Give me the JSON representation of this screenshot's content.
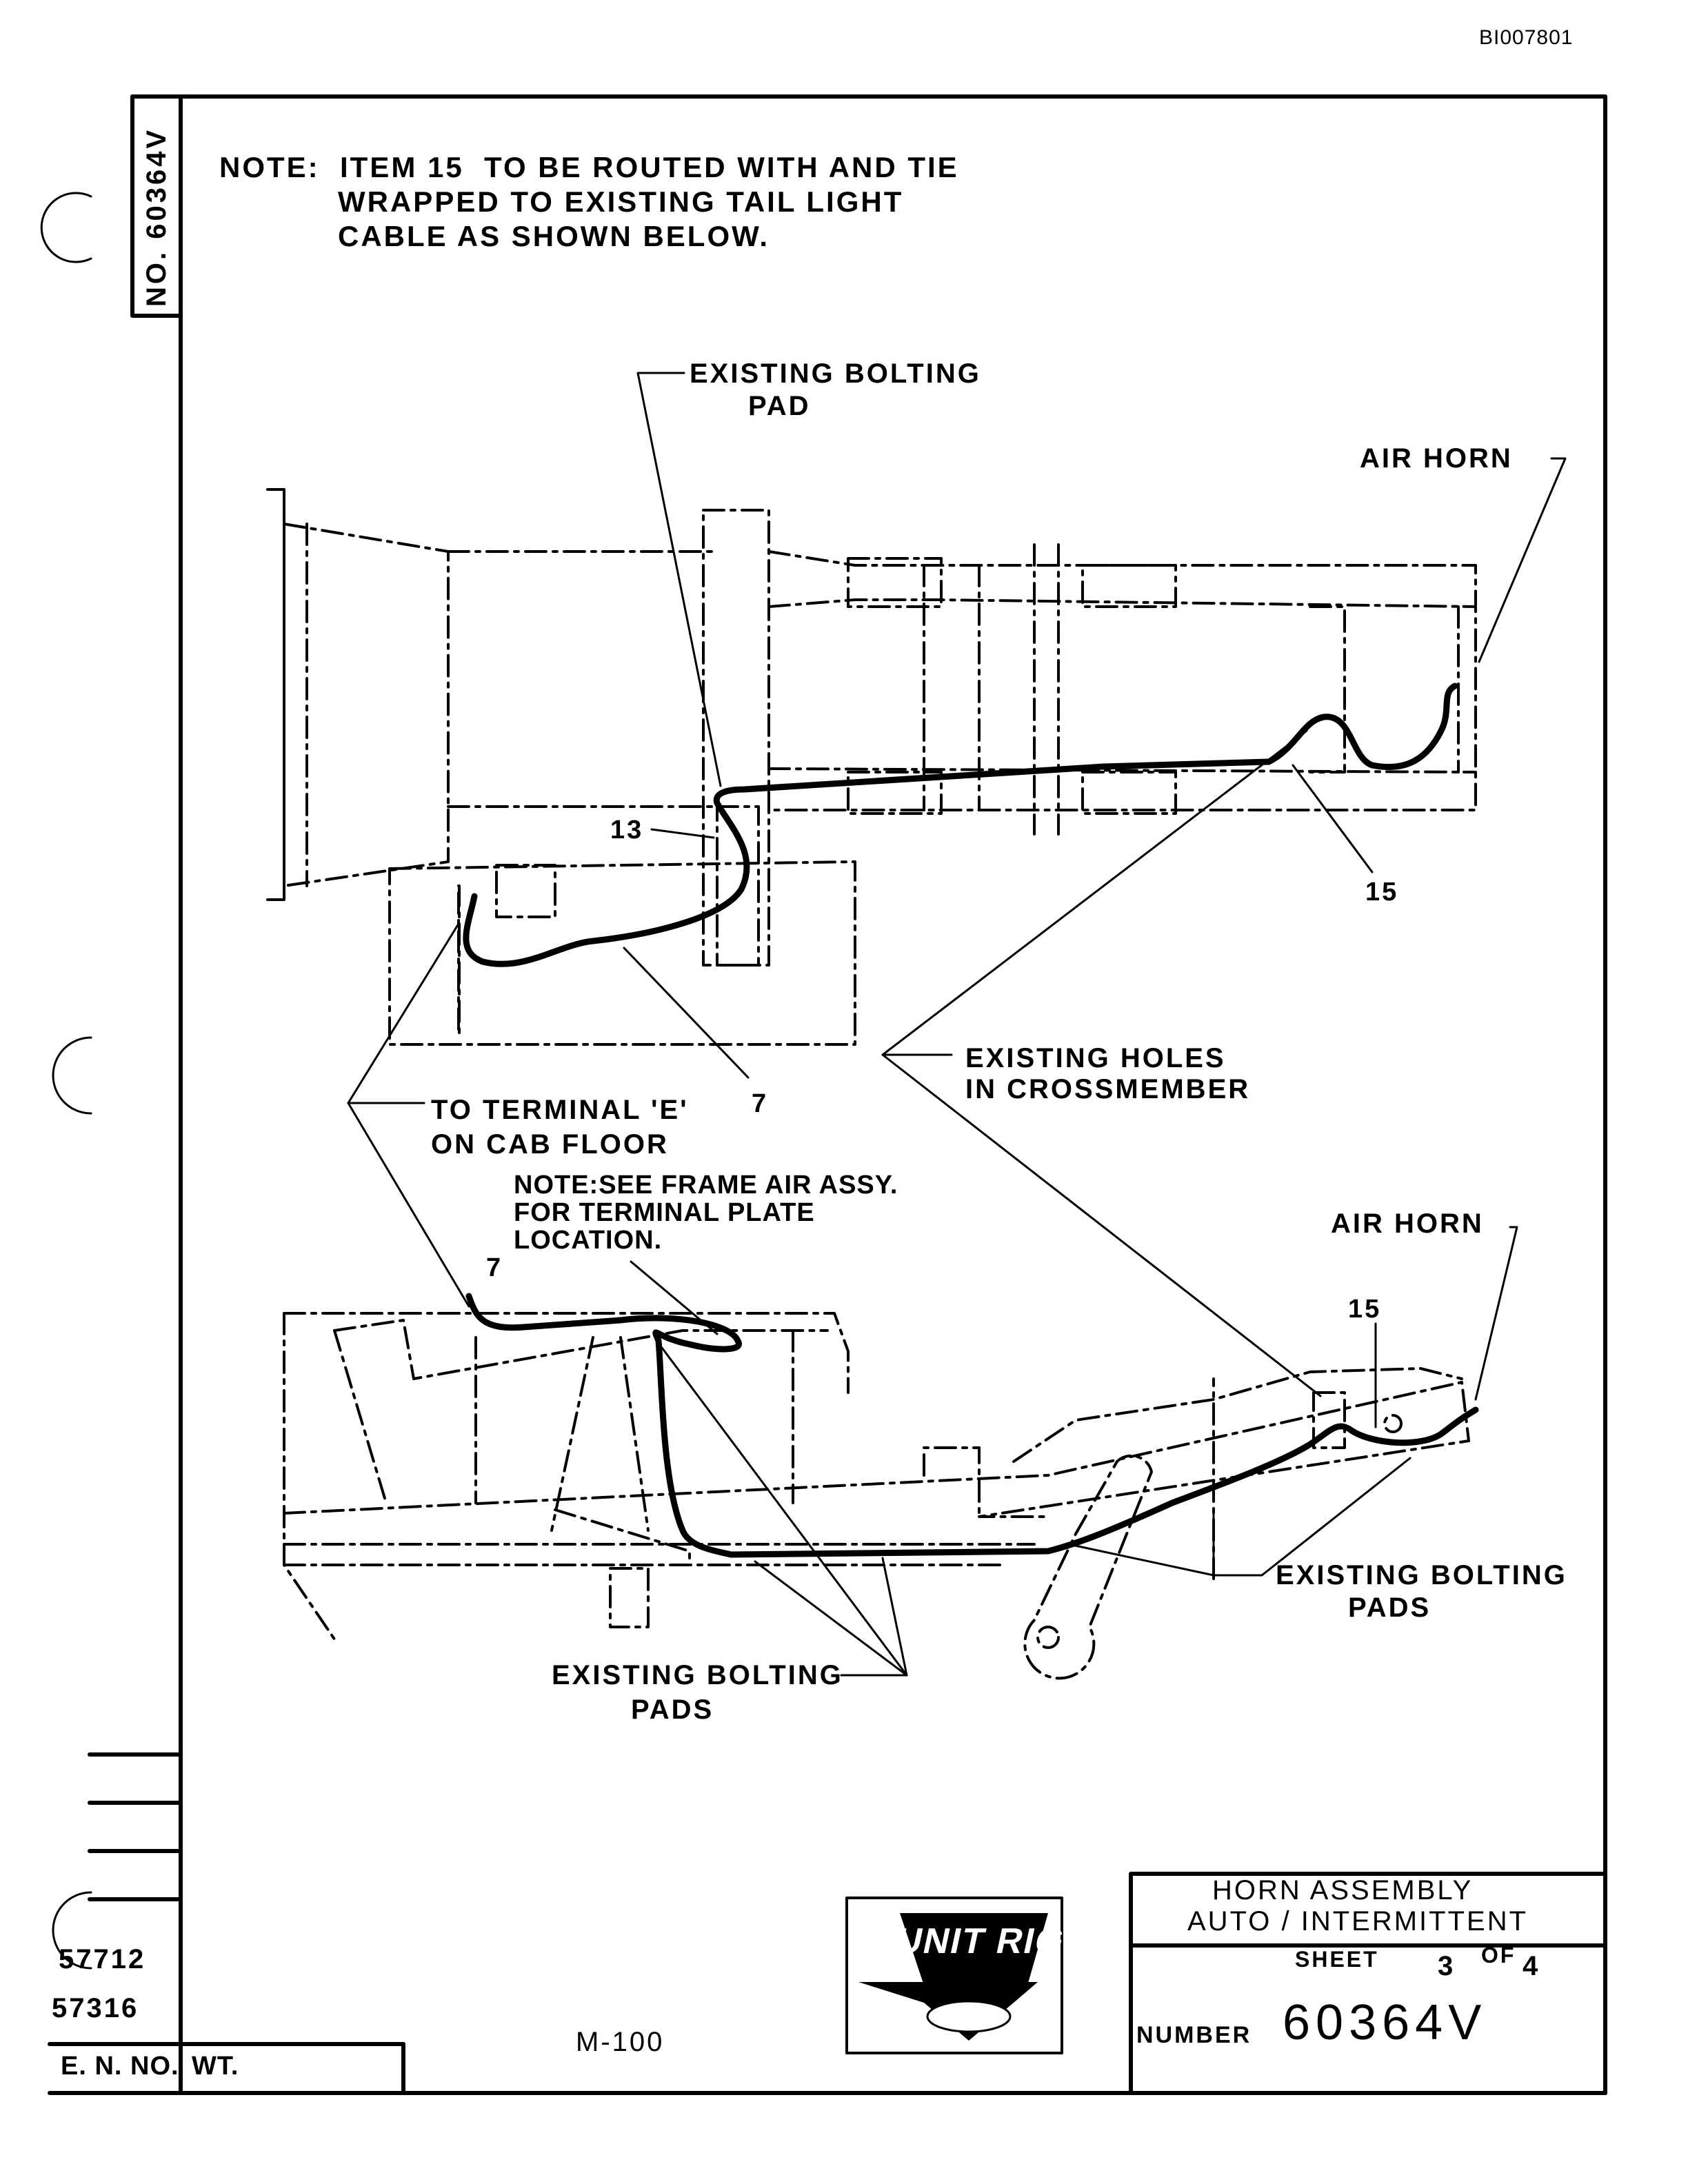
{
  "document_id": "BI007801",
  "side_tab": "NO. 60364V",
  "note": {
    "line1": "NOTE:  ITEM 15  TO BE ROUTED WITH AND TIE",
    "line2": "WRAPPED TO EXISTING TAIL LIGHT",
    "line3": "CABLE AS SHOWN BELOW."
  },
  "top_view": {
    "existing_bolting_pad_1": "EXISTING BOLTING",
    "existing_bolting_pad_2": "PAD",
    "air_horn": "AIR HORN",
    "item_13": "13",
    "item_15": "15",
    "item_7": "7"
  },
  "callouts": {
    "existing_holes_1": "EXISTING HOLES",
    "existing_holes_2": "IN CROSSMEMBER",
    "terminal_1": "TO TERMINAL 'E'",
    "terminal_2": "ON CAB FLOOR"
  },
  "side_view": {
    "note_1": "NOTE:SEE FRAME AIR ASSY.",
    "note_2": "FOR TERMINAL PLATE",
    "note_3": "LOCATION.",
    "item_7": "7",
    "item_15": "15",
    "air_horn": "AIR HORN",
    "bolting_pads_right_1": "EXISTING BOLTING",
    "bolting_pads_right_2": "PADS",
    "bolting_pads_bottom_1": "EXISTING BOLTING",
    "bolting_pads_bottom_2": "PADS"
  },
  "revision_block": {
    "eno_1": "57712",
    "eno_2": "57316",
    "eno_label": "E. N. NO.",
    "wt_label": "WT."
  },
  "model": "M-100",
  "logo_text": "UNIT RIG",
  "title_block": {
    "title_1": "HORN ASSEMBLY",
    "title_2": "AUTO / INTERMITTENT",
    "sheet_label": "SHEET",
    "sheet_num": "3",
    "of_label": "OF",
    "sheet_total": "4",
    "number_label": "NUMBER",
    "number": "60364V"
  }
}
